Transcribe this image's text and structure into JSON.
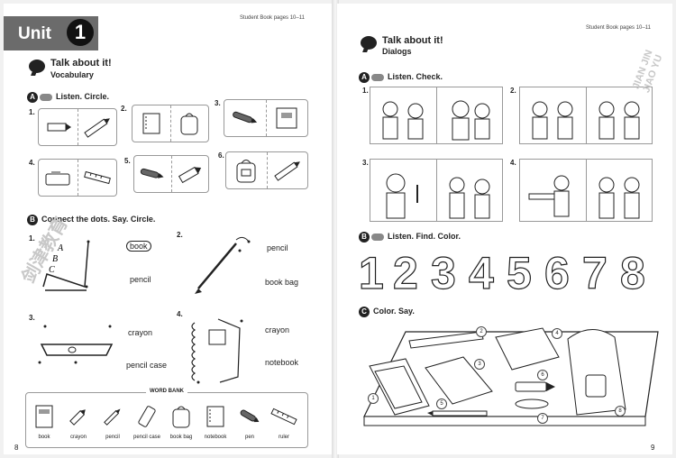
{
  "left_page": {
    "unit_label": "Unit",
    "unit_number": "1",
    "book_ref": "Student Book pages 10–11",
    "talk_title": "Talk about it!",
    "talk_subtitle": "Vocabulary",
    "section_a_badge": "A",
    "section_a_title": "Listen. Circle.",
    "section_b_badge": "B",
    "section_b_title": "Connect the dots. Say. Circle.",
    "item_numbers": [
      "1.",
      "2.",
      "3.",
      "4.",
      "5.",
      "6."
    ],
    "dots_numbers": [
      "1.",
      "2.",
      "3.",
      "4."
    ],
    "dots_words": {
      "q1": [
        "book",
        "pencil"
      ],
      "q2": [
        "pencil",
        "book bag"
      ],
      "q3": [
        "crayon",
        "pencil case"
      ],
      "q4": [
        "crayon",
        "notebook"
      ]
    },
    "word_bank_title": "WORD BANK",
    "word_bank": [
      "book",
      "crayon",
      "pencil",
      "pencil case",
      "book bag",
      "notebook",
      "pen",
      "ruler"
    ],
    "page_number": "8"
  },
  "right_page": {
    "book_ref": "Student Book pages 10–11",
    "talk_title": "Talk about it!",
    "talk_subtitle": "Dialogs",
    "section_a_badge": "A",
    "section_a_title": "Listen. Check.",
    "section_b_badge": "B",
    "section_b_title": "Listen. Find. Color.",
    "section_c_badge": "C",
    "section_c_title": "Color. Say.",
    "scene_numbers": [
      "1.",
      "2.",
      "3.",
      "4."
    ],
    "big_numbers": [
      "1",
      "2",
      "3",
      "4",
      "5",
      "6",
      "7",
      "8"
    ],
    "object_tags": [
      "1",
      "2",
      "3",
      "4",
      "5",
      "6",
      "7",
      "8"
    ],
    "page_number": "9"
  },
  "watermark": {
    "text": "剑津教育",
    "pinyin": "JIAN JIN JIAO YU"
  }
}
